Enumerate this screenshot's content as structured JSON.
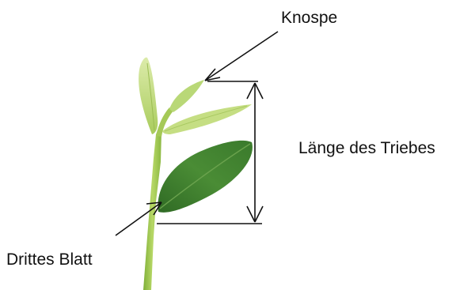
{
  "labels": {
    "bud": "Knospe",
    "shoot_length": "Länge des Triebes",
    "third_leaf": "Drittes Blatt"
  },
  "colors": {
    "stem": "#9cc54a",
    "young_leaf": "#c3dc7a",
    "mature_leaf": "#3d7d2e",
    "annotation": "#111111"
  }
}
